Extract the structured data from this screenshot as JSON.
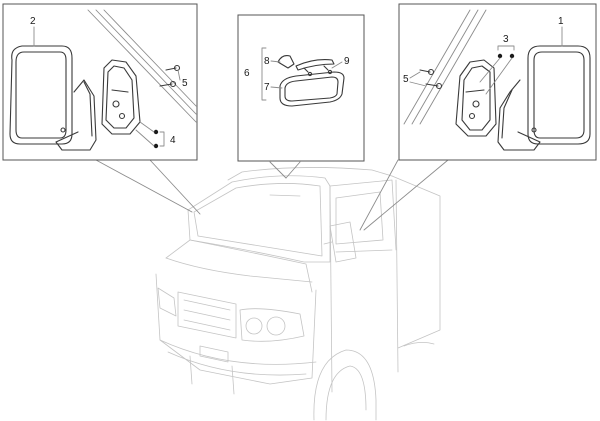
{
  "callouts": {
    "n1": "1",
    "n2": "2",
    "n3": "3",
    "n4": "4",
    "n5_left": "5",
    "n5_right": "5",
    "n6": "6",
    "n7": "7",
    "n8": "8",
    "n9": "9"
  },
  "colors": {
    "line": "#3a3a3a",
    "faint": "#c4c4c4",
    "background": "#ffffff"
  }
}
